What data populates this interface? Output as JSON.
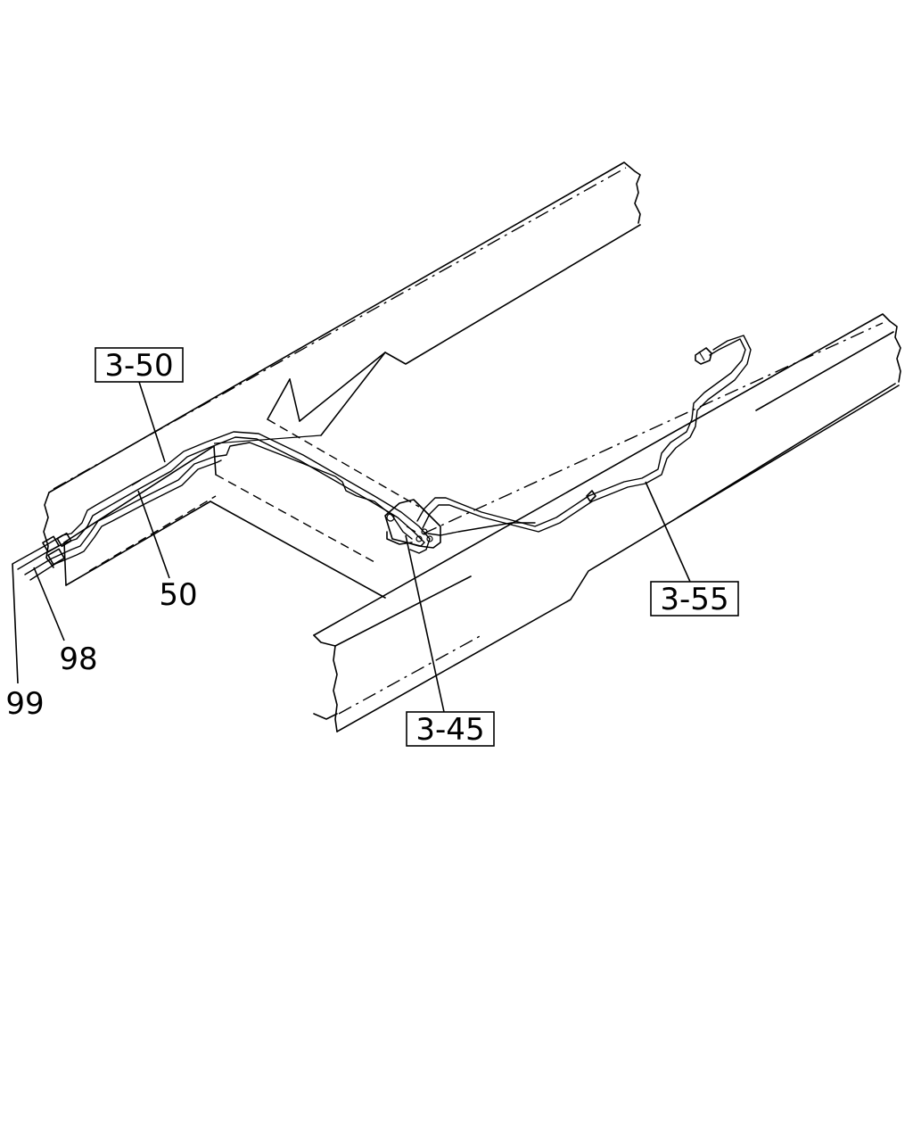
{
  "callouts": {
    "c1": "3-50",
    "c2": "50",
    "c3": "98",
    "c4": "99",
    "c5": "3-45",
    "c6": "3-55"
  }
}
